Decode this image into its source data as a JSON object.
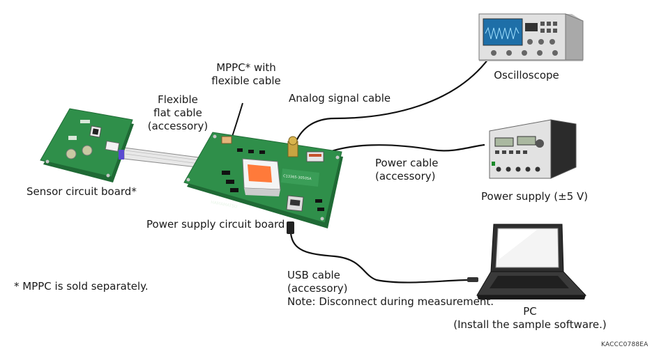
{
  "labels": {
    "mppc": [
      "MPPC* with",
      "flexible cable"
    ],
    "flex_cable": [
      "Flexible",
      "flat cable",
      "(accessory)"
    ],
    "analog_cable": "Analog signal cable",
    "oscilloscope": "Oscilloscope",
    "power_cable": [
      "Power cable",
      "(accessory)"
    ],
    "power_supply": "Power supply (±5 V)",
    "sensor_board": "Sensor circuit board*",
    "psu_board": "Power supply circuit board",
    "usb_cable": [
      "USB cable",
      "(accessory)",
      "Note: Disconnect during measurement."
    ],
    "footnote": "* MPPC is sold separately.",
    "pc": [
      "PC",
      "(Install the sample software.)"
    ],
    "code": "KACCC0788EA"
  },
  "board_text": {
    "brand": "HAMAMATSU",
    "model": "C13365-3050SA"
  },
  "colors": {
    "pcb": "#2f8f4a",
    "pcb_dark": "#1f6a35",
    "pcb_light": "#4aa862",
    "cable": "#111111",
    "device": "#d8d8d8",
    "screen": "#1e6fa8"
  }
}
